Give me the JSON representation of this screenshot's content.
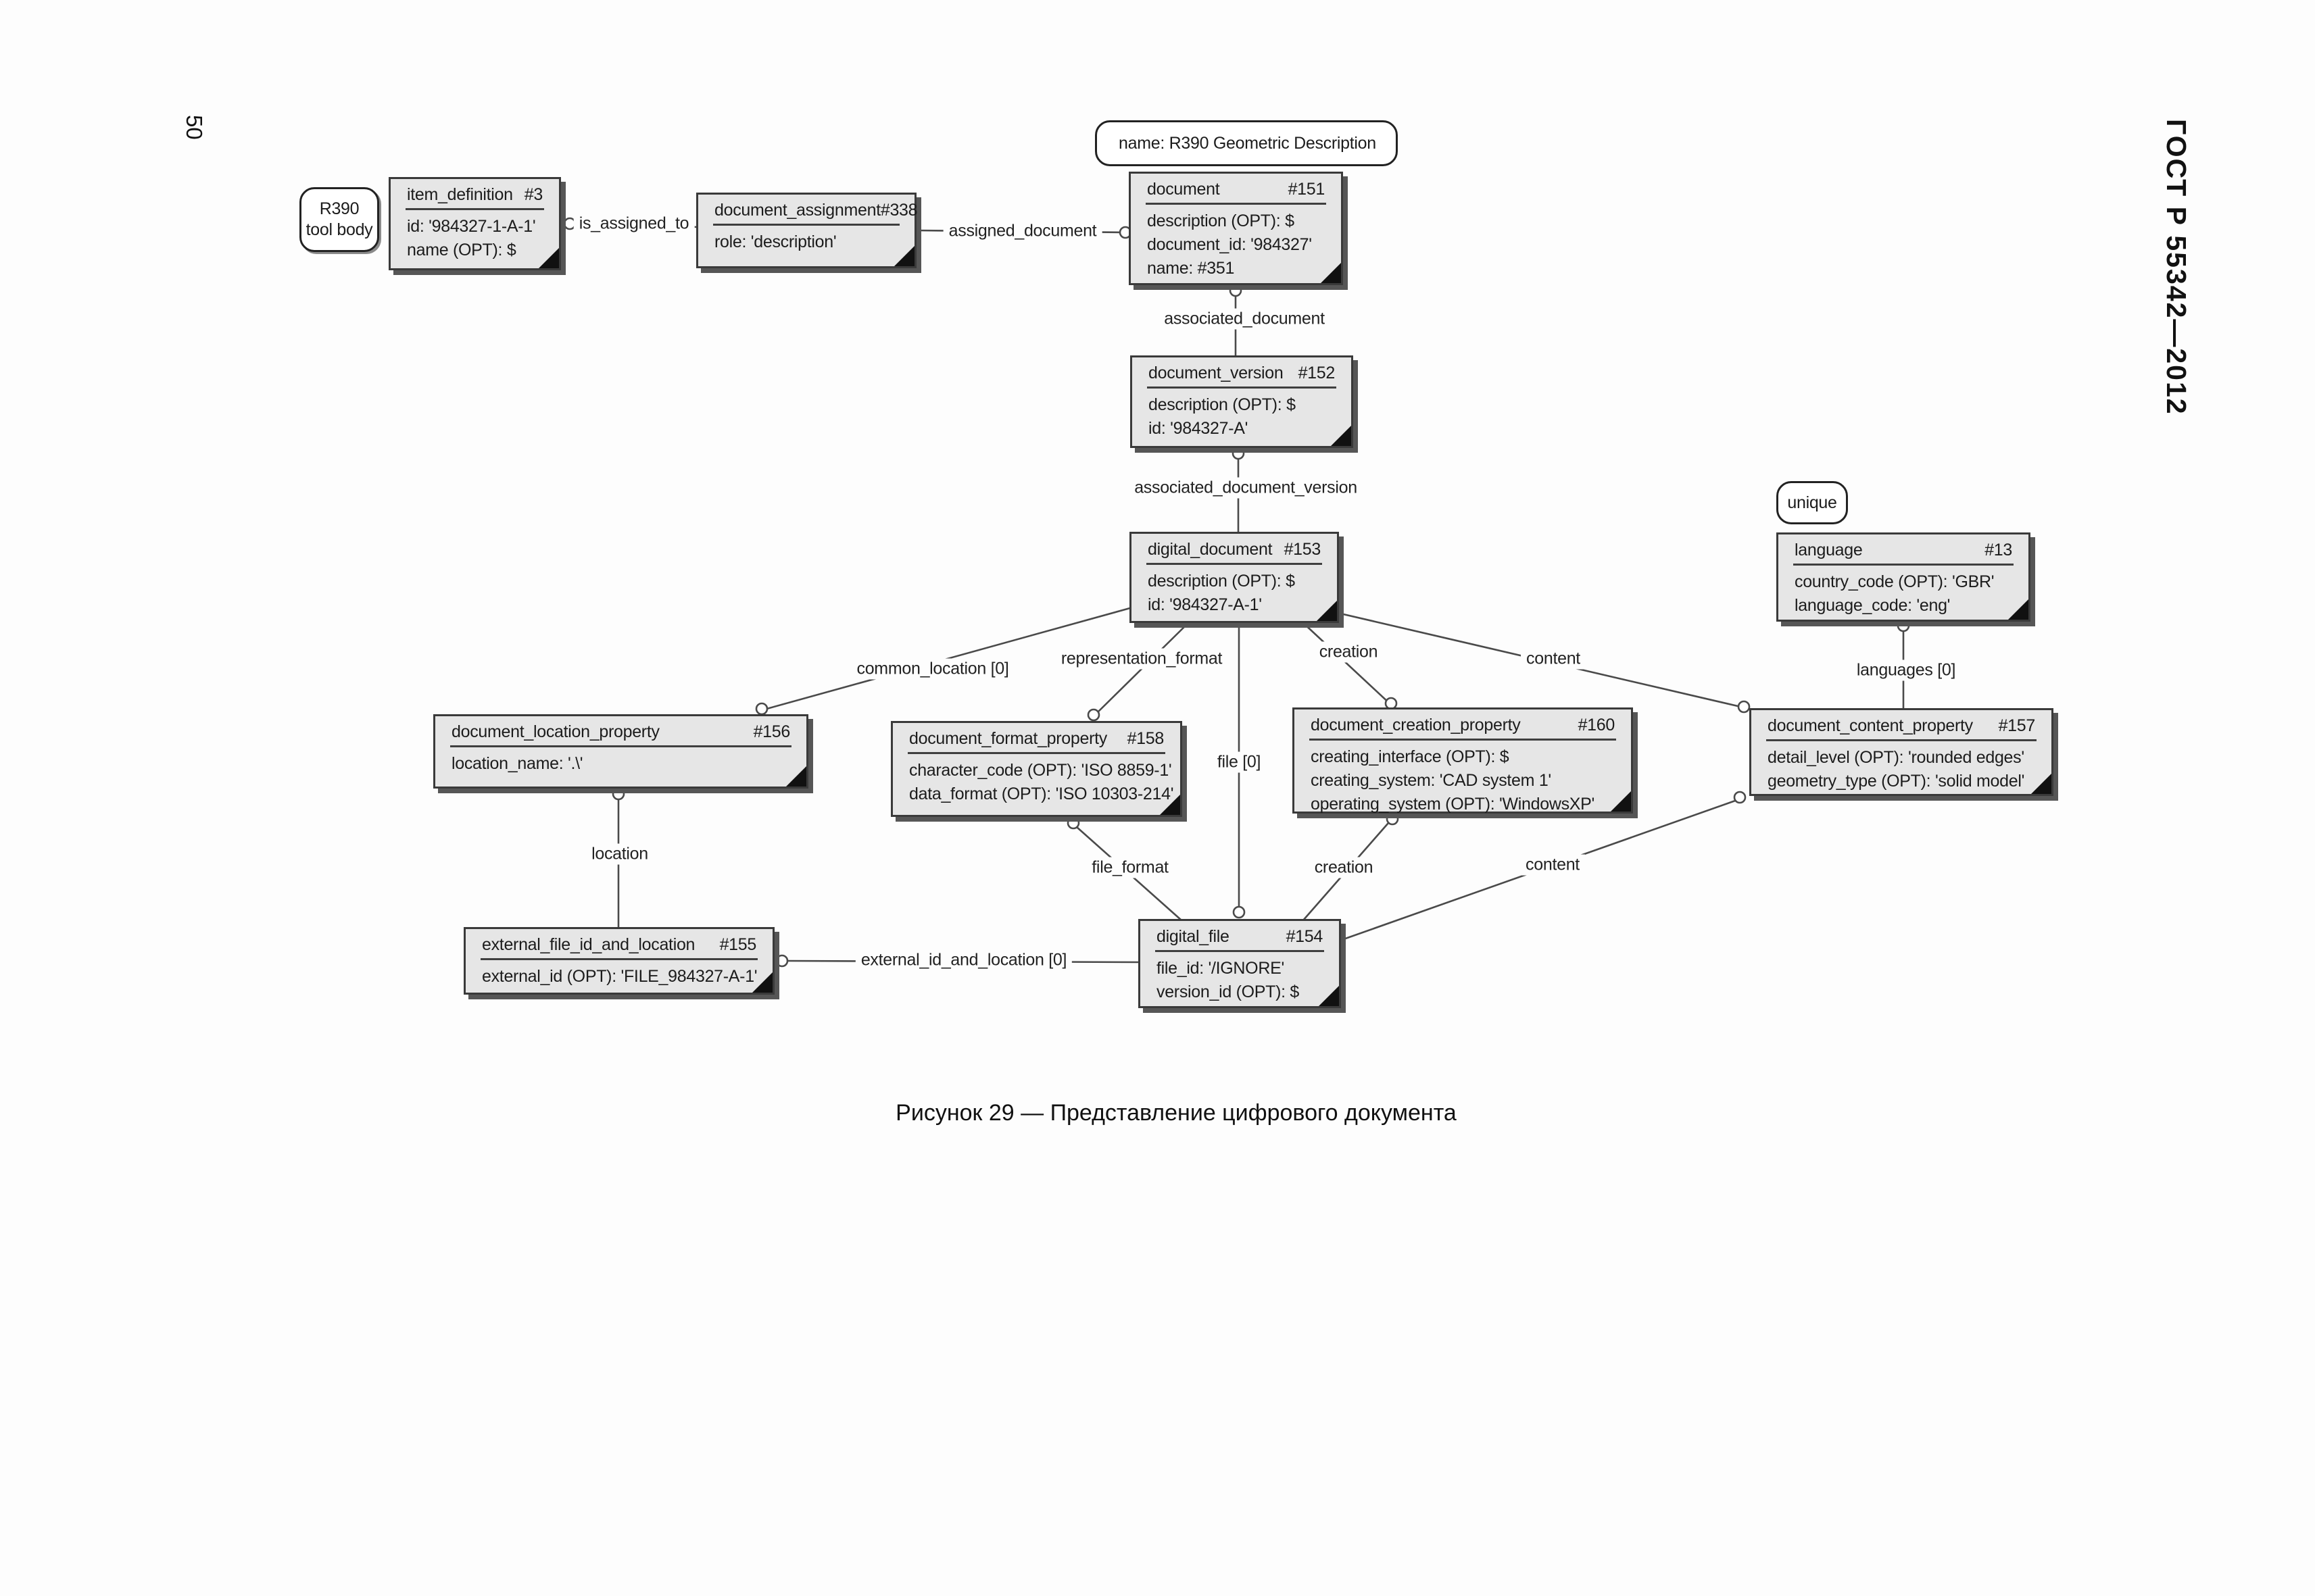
{
  "page": {
    "number": "50",
    "header": "ГОСТ Р 55342—2012",
    "caption": "Рисунок 29 — Представление цифрового документа"
  },
  "annotations": [
    {
      "lines": [
        "R390",
        "tool body"
      ]
    },
    {
      "text": "name: R390 Geometric Description"
    },
    {
      "text": "unique"
    }
  ],
  "entities": [
    {
      "name": "item_definition",
      "id": "#3",
      "attrs": [
        "id: '984327-1-A-1'",
        "name (OPT): $"
      ]
    },
    {
      "name": "document_assignment",
      "id": "#338",
      "attrs": [
        "role: 'description'"
      ]
    },
    {
      "name": "document",
      "id": "#151",
      "attrs": [
        "description (OPT): $",
        "document_id: '984327'",
        "name: #351"
      ]
    },
    {
      "name": "document_version",
      "id": "#152",
      "attrs": [
        "description (OPT): $",
        "id: '984327-A'"
      ]
    },
    {
      "name": "digital_document",
      "id": "#153",
      "attrs": [
        "description (OPT): $",
        "id: '984327-A-1'"
      ]
    },
    {
      "name": "language",
      "id": "#13",
      "attrs": [
        "country_code (OPT): 'GBR'",
        "language_code: 'eng'"
      ]
    },
    {
      "name": "document_location_property",
      "id": "#156",
      "attrs": [
        "location_name: '.\\'"
      ]
    },
    {
      "name": "document_format_property",
      "id": "#158",
      "attrs": [
        "character_code (OPT): 'ISO 8859-1'",
        "data_format (OPT): 'ISO 10303-214'"
      ]
    },
    {
      "name": "document_creation_property",
      "id": "#160",
      "attrs": [
        "creating_interface (OPT): $",
        "creating_system: 'CAD system 1'",
        "operating_system (OPT): 'WindowsXP'"
      ]
    },
    {
      "name": "document_content_property",
      "id": "#157",
      "attrs": [
        "detail_level (OPT): 'rounded edges'",
        "geometry_type (OPT): 'solid model'"
      ]
    },
    {
      "name": "external_file_id_and_location",
      "id": "#155",
      "attrs": [
        "external_id (OPT): 'FILE_984327-A-1'"
      ]
    },
    {
      "name": "digital_file",
      "id": "#154",
      "attrs": [
        "file_id: '/IGNORE'",
        "version_id (OPT): $"
      ]
    }
  ],
  "relations": [
    {
      "label": "is_assigned_to",
      "from": "item_definition #3",
      "to": "document_assignment #338"
    },
    {
      "label": "assigned_document",
      "from": "document_assignment #338",
      "to": "document #151"
    },
    {
      "label": "associated_document",
      "from": "document #151",
      "to": "document_version #152"
    },
    {
      "label": "associated_document_version",
      "from": "document_version #152",
      "to": "digital_document #153"
    },
    {
      "label": "common_location [0]",
      "from": "digital_document #153",
      "to": "document_location_property #156"
    },
    {
      "label": "representation_format",
      "from": "digital_document #153",
      "to": "document_format_property #158"
    },
    {
      "label": "file [0]",
      "from": "digital_document #153",
      "to": "digital_file #154"
    },
    {
      "label": "creation",
      "from": "digital_document #153",
      "to": "document_creation_property #160"
    },
    {
      "label": "content",
      "from": "digital_document #153",
      "to": "document_content_property #157"
    },
    {
      "label": "languages [0]",
      "from": "language #13",
      "to": "document_content_property #157"
    },
    {
      "label": "location",
      "from": "document_location_property #156",
      "to": "external_file_id_and_location #155"
    },
    {
      "label": "file_format",
      "from": "document_format_property #158",
      "to": "digital_file #154"
    },
    {
      "label": "creation",
      "from": "document_creation_property #160",
      "to": "digital_file #154"
    },
    {
      "label": "content",
      "from": "digital_file #154",
      "to": "document_content_property #157"
    },
    {
      "label": "external_id_and_location [0]",
      "from": "external_file_id_and_location #155",
      "to": "digital_file #154"
    }
  ],
  "colors": {
    "entity_fill": "#e6e6e6",
    "entity_border": "#3a3a3a",
    "entity_shadow": "#565656",
    "wire": "#4a4a4a",
    "text": "#1c1c1c",
    "page_bg": "#fdfdfd"
  }
}
